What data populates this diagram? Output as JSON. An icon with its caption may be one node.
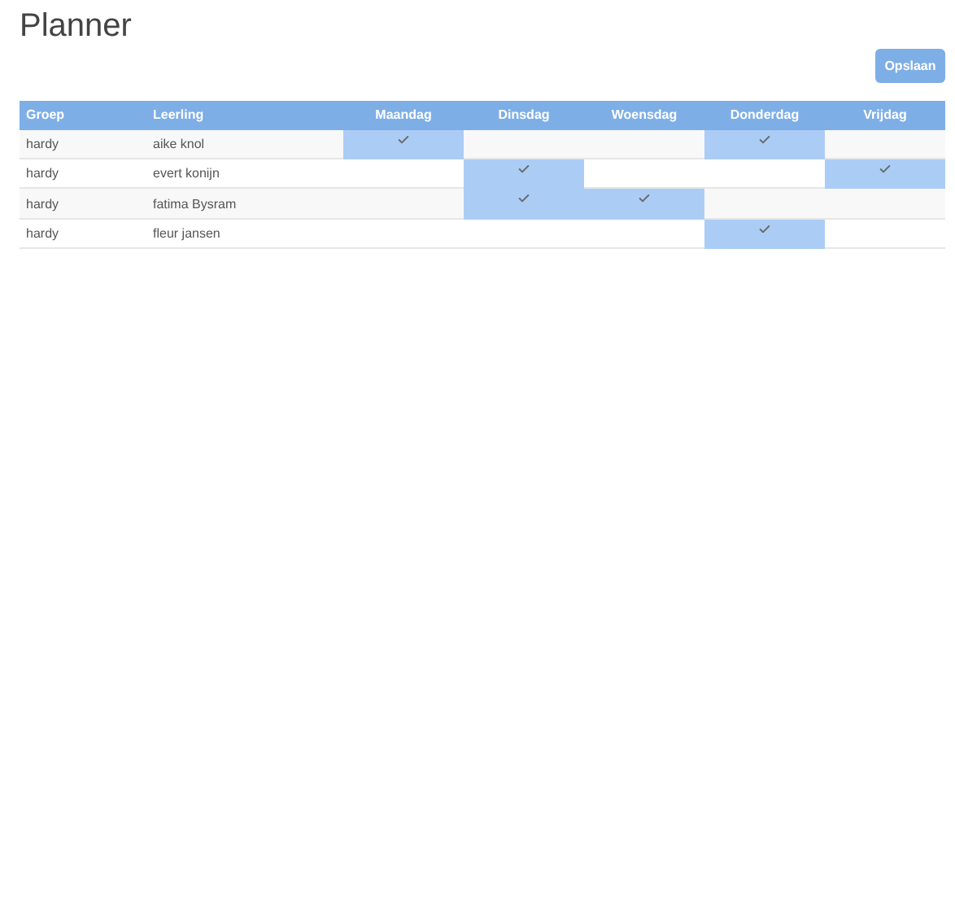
{
  "diagram": {
    "title": "Planner",
    "nodes": [
      {
        "text": [],
        "shape": "box"
      },
      {
        "text": [],
        "shape": "box"
      },
      {
        "text": [],
        "shape": "box"
      },
      {
        "text": [],
        "shape": "box"
      },
      {
        "text": [],
        "shape": "box"
      },
      {
        "text": [],
        "shape": "box"
      },
      {
        "text": [],
        "shape": "box"
      }
    ],
    "labels": [
      "Opslaan",
      "Groep",
      "Leerling",
      "Maandag",
      "Dinsdag",
      "Woensdag",
      "Donderdag",
      "Vrijdag",
      "hardy",
      "aike knol",
      "hardy",
      "evert konijn",
      "hardy",
      "fatima Bysram",
      "hardy",
      "fleur jansen"
    ]
  }
}
